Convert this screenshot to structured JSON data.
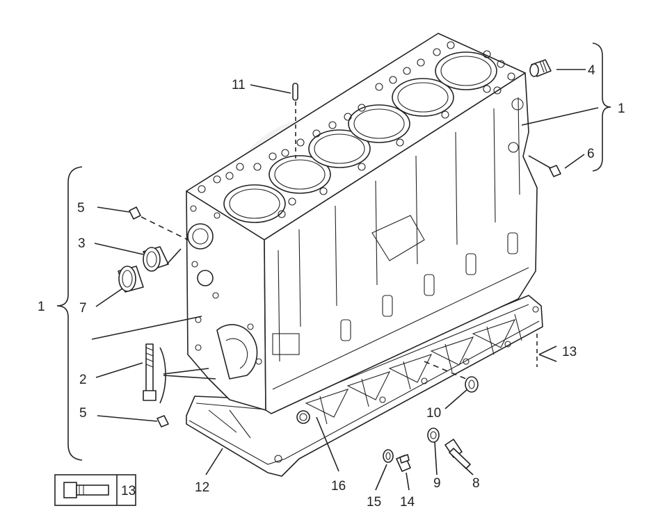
{
  "diagram": {
    "callouts": [
      {
        "id": "c1a",
        "text": "1"
      },
      {
        "id": "c1b",
        "text": "1"
      },
      {
        "id": "c2",
        "text": "2"
      },
      {
        "id": "c3",
        "text": "3"
      },
      {
        "id": "c4",
        "text": "4"
      },
      {
        "id": "c5a",
        "text": "5"
      },
      {
        "id": "c5b",
        "text": "5"
      },
      {
        "id": "c6",
        "text": "6"
      },
      {
        "id": "c7",
        "text": "7"
      },
      {
        "id": "c8",
        "text": "8"
      },
      {
        "id": "c9",
        "text": "9"
      },
      {
        "id": "c10",
        "text": "10"
      },
      {
        "id": "c11",
        "text": "11"
      },
      {
        "id": "c12",
        "text": "12"
      },
      {
        "id": "c13a",
        "text": "13"
      },
      {
        "id": "c13b",
        "text": "13"
      },
      {
        "id": "c14",
        "text": "14"
      },
      {
        "id": "c15",
        "text": "15"
      },
      {
        "id": "c16",
        "text": "16"
      }
    ],
    "icons": [
      "bolt-icon",
      "cylinder-block",
      "oil-sump",
      "cylinder-liner",
      "plug",
      "washer",
      "dowel-pin"
    ]
  }
}
